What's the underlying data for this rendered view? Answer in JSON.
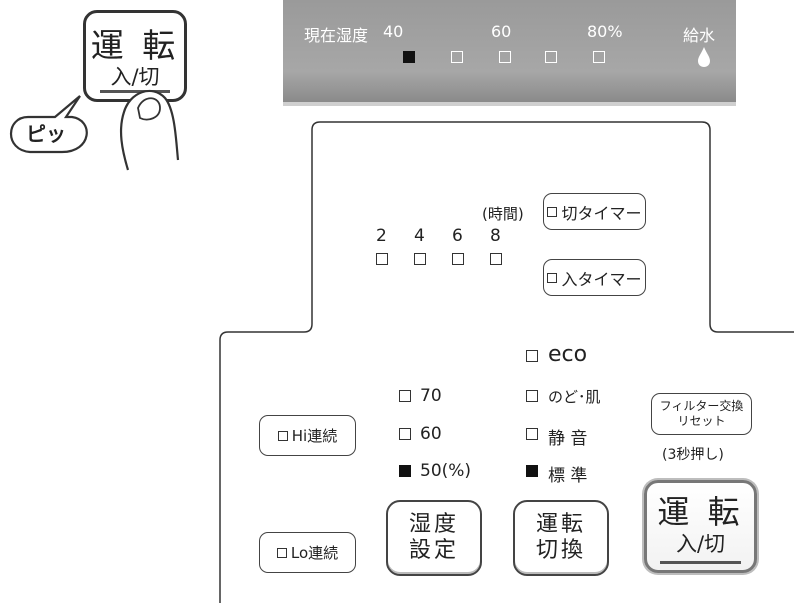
{
  "callout": {
    "button_line1": "運 転",
    "button_line2": "入/切",
    "beep_text": "ピッ"
  },
  "humidity_bar": {
    "label": "現在湿度",
    "ticks": [
      "40",
      "60",
      "80%"
    ],
    "water_label": "給水",
    "level_indicators_lit": [
      true,
      false,
      false,
      false,
      false
    ]
  },
  "timer": {
    "unit_label": "(時間)",
    "hours": [
      "2",
      "4",
      "6",
      "8"
    ],
    "off_timer_label": "切タイマー",
    "on_timer_label": "入タイマー"
  },
  "humidity_setting": {
    "options": [
      "70",
      "60",
      "50(%)"
    ],
    "selected_index": 2,
    "button_line1": "湿度",
    "button_line2": "設定"
  },
  "mode": {
    "options": [
      "eco",
      "のど･肌",
      "静 音",
      "標 準"
    ],
    "selected_index": 3,
    "button_line1": "運転",
    "button_line2": "切換"
  },
  "continuous": {
    "hi_label": "Hi連続",
    "lo_label": "Lo連続"
  },
  "filter": {
    "button_line1": "フィルター交換",
    "button_line2": "リセット",
    "note": "(3秒押し)"
  },
  "power": {
    "line1": "運 転",
    "line2": "入/切"
  }
}
